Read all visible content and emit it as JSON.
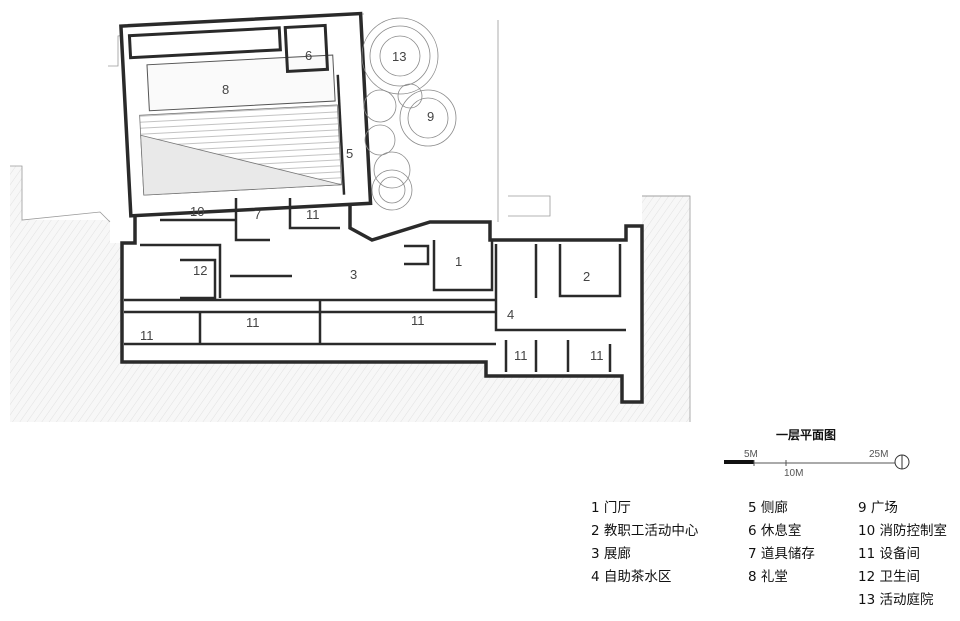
{
  "drawing": {
    "title": "一层平面图",
    "rooms": [
      {
        "num": "1"
      },
      {
        "num": "2"
      },
      {
        "num": "3"
      },
      {
        "num": "4"
      },
      {
        "num": "5"
      },
      {
        "num": "6"
      },
      {
        "num": "7"
      },
      {
        "num": "8"
      },
      {
        "num": "9"
      },
      {
        "num": "10"
      },
      {
        "num": "11"
      },
      {
        "num": "12"
      },
      {
        "num": "13"
      }
    ],
    "scale": {
      "m5": "5M",
      "m10": "10M",
      "m25": "25M"
    }
  },
  "legend": {
    "col1": [
      "1 门厅",
      "2 教职工活动中心",
      "3 展廊",
      "4 自助茶水区"
    ],
    "col2": [
      "5 侧廊",
      "6 休息室",
      "7 道具储存",
      "8 礼堂"
    ],
    "col3": [
      "9 广场",
      "10 消防控制室",
      "11  设备间",
      "12 卫生间",
      "13 活动庭院"
    ]
  },
  "colors": {
    "wall": "#2a2a2a",
    "hatch": "#cfcfcf",
    "thin": "#9a9a9a"
  }
}
